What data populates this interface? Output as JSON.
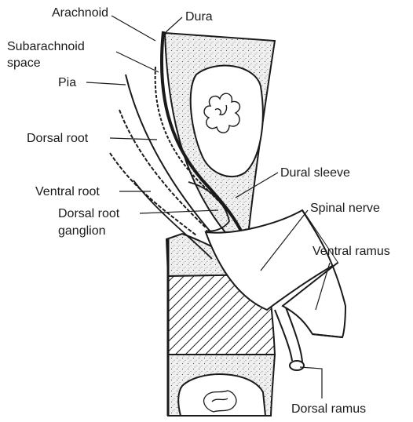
{
  "labels": {
    "arachnoid": "Arachnoid",
    "dura": "Dura",
    "subarachnoid_space_line1": "Subarachnoid",
    "subarachnoid_space_line2": "space",
    "pia": "Pia",
    "dorsal_root": "Dorsal root",
    "dural_sleeve": "Dural sleeve",
    "ventral_root": "Ventral root",
    "spinal_nerve": "Spinal nerve",
    "dorsal_root_ganglion_line1": "Dorsal root",
    "dorsal_root_ganglion_line2": "ganglion",
    "ventral_ramus": "Ventral ramus",
    "dorsal_ramus": "Dorsal ramus"
  },
  "colors": {
    "ink": "#1a1a1a",
    "stipple": "#eeeeee",
    "background": "#ffffff"
  }
}
